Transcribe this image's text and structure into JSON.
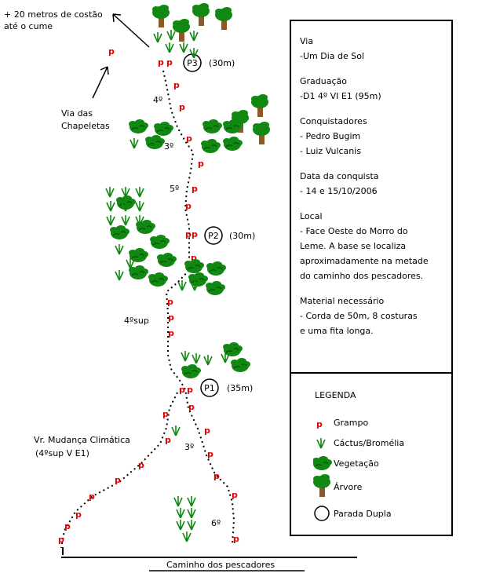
{
  "diagram": {
    "top_note": [
      "+ 20 metros de costão",
      "até o cume"
    ],
    "other_route": [
      "Via das",
      "Chapeletas"
    ],
    "variant": [
      "Vr. Mudança Climática",
      "(4ºsup V E1)"
    ],
    "path_label": "Caminho dos pescadores",
    "stations": [
      {
        "id": "P3",
        "length": "(30m)"
      },
      {
        "id": "P2",
        "length": "(30m)"
      },
      {
        "id": "P1",
        "length": "(35m)"
      }
    ],
    "grades": [
      "4º",
      "3º",
      "5º",
      "4ºsup",
      "3º",
      "6º"
    ],
    "bolt_mark": "p"
  },
  "info": {
    "via_label": "Via",
    "via_value": "-Um Dia de Sol",
    "grade_label": "Graduação",
    "grade_value": "-D1 4º VI E1 (95m)",
    "climbers_label": "Conquistadores",
    "climbers": [
      "- Pedro Bugim",
      "- Luiz Vulcanis"
    ],
    "date_label": "Data da conquista",
    "date_value": "- 14 e 15/10/2006",
    "place_label": "Local",
    "place_value": [
      "- Face Oeste do Morro do",
      "Leme. A base se localiza",
      "aproximadamente na metade",
      "do caminho dos pescadores."
    ],
    "gear_label": "Material necessário",
    "gear_value": [
      "- Corda de 50m, 8 costuras",
      "e uma fita longa."
    ]
  },
  "legend": {
    "title": "LEGENDA",
    "items": [
      {
        "icon": "bolt-icon",
        "label": "Grampo"
      },
      {
        "icon": "cactus-icon",
        "label": "Cáctus/Bromélia"
      },
      {
        "icon": "bush-icon",
        "label": "Vegetação"
      },
      {
        "icon": "tree-icon",
        "label": "Árvore"
      },
      {
        "icon": "double-station-icon",
        "label": "Parada Dupla"
      }
    ]
  },
  "colors": {
    "bolt": "#e00000",
    "vegetation": "#118811",
    "trunk": "#8b5a2b"
  }
}
